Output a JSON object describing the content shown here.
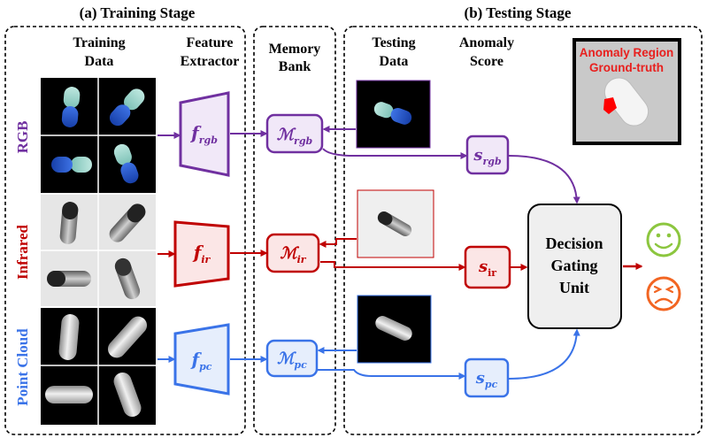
{
  "stages": {
    "training": "(a) Training Stage",
    "testing": "(b) Testing Stage"
  },
  "columns": {
    "training_data": [
      "Training",
      "Data"
    ],
    "feature_extractor": [
      "Feature",
      "Extractor"
    ],
    "memory_bank": [
      "Memory",
      "Bank"
    ],
    "testing_data": [
      "Testing",
      "Data"
    ],
    "anomaly_score": [
      "Anomaly",
      "Score"
    ]
  },
  "modalities": {
    "rgb": "RGB",
    "infrared": "Infrared",
    "pointcloud": "Point Cloud"
  },
  "symbols": {
    "f": "f",
    "M": "ℳ",
    "s": "s",
    "rgb": "rgb",
    "ir_italic": "ir",
    "ir_upright": "ir",
    "pc": "pc"
  },
  "decision_unit": [
    "Decision",
    "Gating",
    "Unit"
  ],
  "ground_truth": [
    "Anomaly Region",
    "Ground-truth"
  ],
  "colors": {
    "rgb": "#7030a0",
    "ir": "#c00000",
    "pc": "#3a73e8",
    "rgb_fill": "#f1e8f8",
    "ir_fill": "#fbe6e6",
    "pc_fill": "#e6eefc",
    "happy": "#8cc63f",
    "sad": "#f26522",
    "gt_text": "#e8201e"
  },
  "icons": [
    "happy-face-icon",
    "sad-face-icon"
  ]
}
